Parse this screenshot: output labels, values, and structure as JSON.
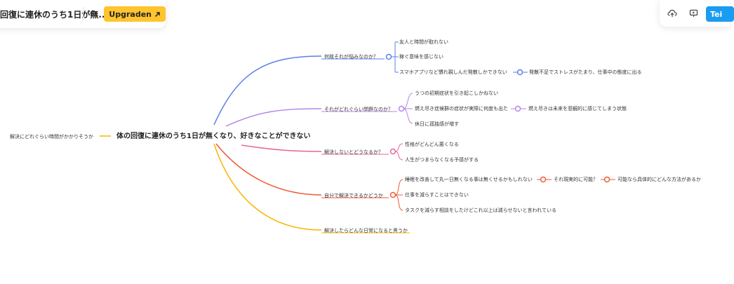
{
  "header": {
    "doc_title": "回復に連休のうち1日が無...",
    "upgrade_label": "Upgraden",
    "team_label": "Tei"
  },
  "icons": {
    "search": "search-icon",
    "upgrade_arrow": "arrow-up-right-icon",
    "cloud": "cloud-upload-icon",
    "present": "presentation-icon"
  },
  "colors": {
    "blue": "#5b7fe8",
    "purple": "#b585ea",
    "pink": "#e8649a",
    "red": "#ef5a35",
    "yellow": "#f7b500",
    "upgrade": "#ffc42e",
    "team": "#1a9cf0"
  },
  "map": {
    "root": "体の回復に連休のうち1日が無くなり、好きなことができない",
    "left_branch": "解決にどれぐらい時間がかかりそうか",
    "b1": {
      "label": "何故それが悩みなのか？",
      "children": [
        "友人と時間が取れない",
        "稼ぐ意味を感じない",
        "スマホアプリなど慣れ親しんだ発散しかできない"
      ],
      "grandchild": "発散不足でストレスがたまり、仕事中の態度に出る"
    },
    "b2": {
      "label": "それがどれぐらい問題なのか？",
      "children": [
        "うつの初期症状を引き起こしかねない",
        "燃え尽き症候群の症状が実際に何度も出た",
        "休日に孤独感が増す"
      ],
      "grandchild": "燃え尽きは未来を悲観的に感じてしまう状態"
    },
    "b3": {
      "label": "解決しないとどうなるか？",
      "children": [
        "性格がどんどん悪くなる",
        "人生がつまらなくなる予感がする"
      ]
    },
    "b4": {
      "label": "自分で解決できるかどうか",
      "children": [
        "睡眠を改善して丸一日無くなる事は無くせるかもしれない",
        "仕事を減らすことはできない",
        "タスクを減らす相談をしたけどこれ以上は減らせないと言われている"
      ],
      "g1": "それ現実的に可能？",
      "g2": "可能なら具体的にどんな方法があるか"
    },
    "b5": {
      "label": "解決したらどんな日常になると思うか"
    }
  }
}
